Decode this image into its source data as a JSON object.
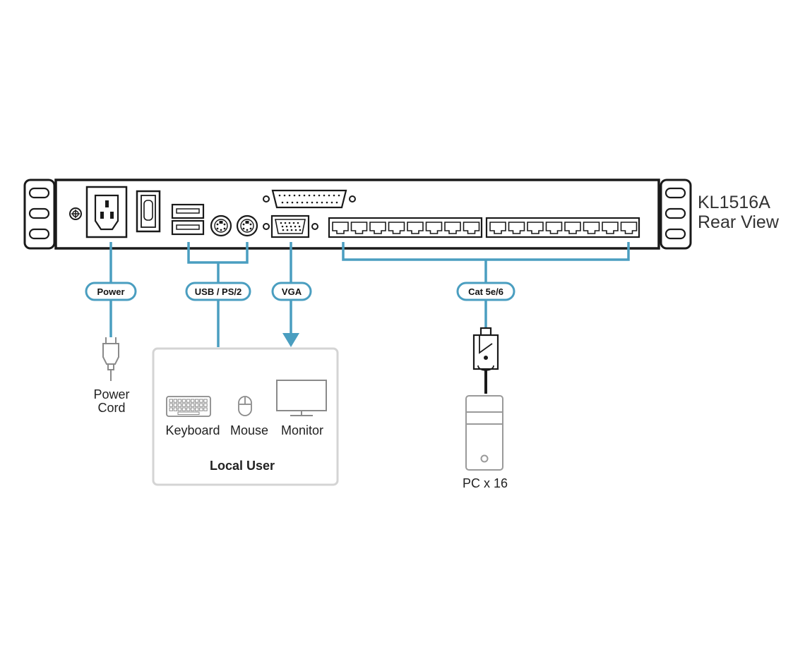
{
  "product": {
    "model": "KL1516A",
    "view": "Rear View"
  },
  "connections": {
    "power_label": "Power",
    "usb_ps2_label": "USB / PS/2",
    "vga_label": "VGA",
    "cat_label": "Cat 5e/6"
  },
  "devices": {
    "power_cord_line1": "Power",
    "power_cord_line2": "Cord",
    "keyboard": "Keyboard",
    "mouse": "Mouse",
    "monitor": "Monitor",
    "local_user": "Local User",
    "pc": "PC x 16"
  },
  "colors": {
    "cable": "#4a9ec0",
    "outline": "#1a1a1a",
    "device_gray": "#9a9a9a",
    "box_border": "#d4d4d4"
  }
}
